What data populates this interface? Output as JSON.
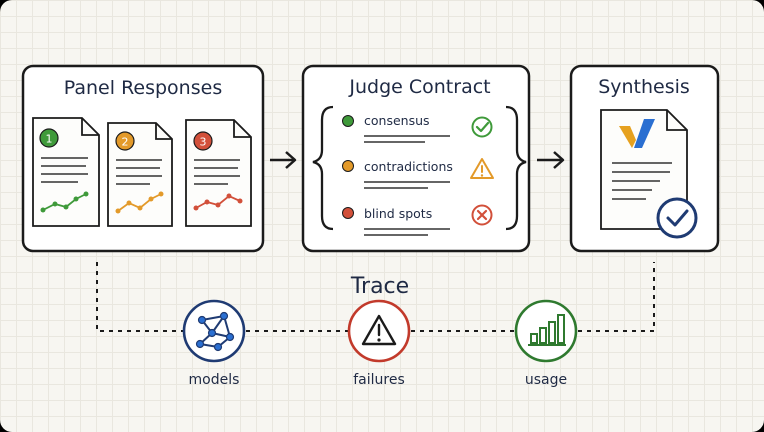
{
  "panel_responses": {
    "title": "Panel Responses",
    "docs": [
      {
        "badge": "1",
        "color": "#3f9a3a"
      },
      {
        "badge": "2",
        "color": "#e39a2a"
      },
      {
        "badge": "3",
        "color": "#d2503a"
      }
    ]
  },
  "judge_contract": {
    "title": "Judge Contract",
    "items": [
      {
        "label": "consensus",
        "dot_color": "#3f9a3a",
        "status_icon": "check-circle-icon"
      },
      {
        "label": "contradictions",
        "dot_color": "#e39a2a",
        "status_icon": "warning-triangle-icon"
      },
      {
        "label": "blind spots",
        "dot_color": "#d2503a",
        "status_icon": "x-circle-icon"
      }
    ]
  },
  "synthesis": {
    "title": "Synthesis"
  },
  "trace": {
    "title": "Trace",
    "nodes": [
      {
        "label": "models",
        "icon": "network-icon",
        "color": "#1f3b73"
      },
      {
        "label": "failures",
        "icon": "warning-triangle-icon",
        "color": "#c23a2b"
      },
      {
        "label": "usage",
        "icon": "bar-chart-icon",
        "color": "#2f7a2f"
      }
    ]
  }
}
